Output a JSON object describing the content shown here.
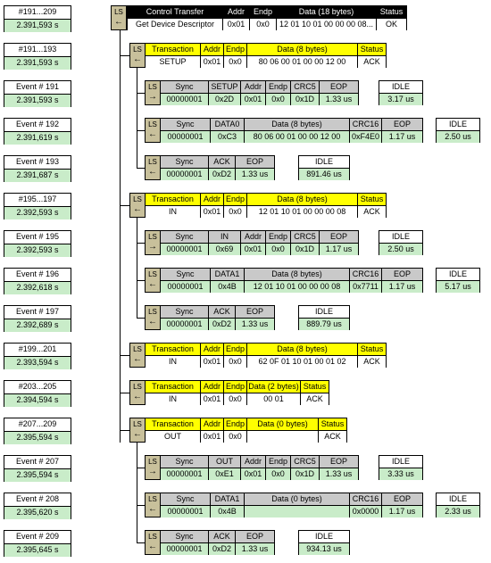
{
  "labels": [
    {
      "top": "#191...209",
      "bottom": "2.391,593 s"
    },
    {
      "top": "#191...193",
      "bottom": "2.391,593 s"
    },
    {
      "top": "Event # 191",
      "bottom": "2.391,593 s"
    },
    {
      "top": "Event # 192",
      "bottom": "2.391,619 s"
    },
    {
      "top": "Event # 193",
      "bottom": "2.391,687 s"
    },
    {
      "top": "#195...197",
      "bottom": "2.392,593 s"
    },
    {
      "top": "Event # 195",
      "bottom": "2.392,593 s"
    },
    {
      "top": "Event # 196",
      "bottom": "2.392,618 s"
    },
    {
      "top": "Event # 197",
      "bottom": "2.392,689 s"
    },
    {
      "top": "#199...201",
      "bottom": "2.393,594 s"
    },
    {
      "top": "#203...205",
      "bottom": "2.394,594 s"
    },
    {
      "top": "#207...209",
      "bottom": "2.395,594 s"
    },
    {
      "top": "Event # 207",
      "bottom": "2.395,594 s"
    },
    {
      "top": "Event # 208",
      "bottom": "2.395,620 s"
    },
    {
      "top": "Event # 209",
      "bottom": "2.395,645 s"
    }
  ],
  "ls_label": "LS",
  "control_transfer": {
    "headers": [
      "Control Transfer",
      "Addr",
      "Endp",
      "Data (18 bytes)",
      "Status"
    ],
    "values": [
      "Get Device Descriptor",
      "0x01",
      "0x0",
      "12 01 10 01 00 00 00 08...",
      "OK"
    ]
  },
  "transactions": [
    {
      "name": "setup",
      "headers": [
        "Transaction",
        "Addr",
        "Endp",
        "Data (8 bytes)",
        "Status"
      ],
      "values": [
        "SETUP",
        "0x01",
        "0x0",
        "80 06 00 01 00 00 12 00",
        "ACK"
      ]
    },
    {
      "name": "in1",
      "headers": [
        "Transaction",
        "Addr",
        "Endp",
        "Data (8 bytes)",
        "Status"
      ],
      "values": [
        "IN",
        "0x01",
        "0x0",
        "12 01 10 01 00 00 00 08",
        "ACK"
      ]
    },
    {
      "name": "in2",
      "headers": [
        "Transaction",
        "Addr",
        "Endp",
        "Data (8 bytes)",
        "Status"
      ],
      "values": [
        "IN",
        "0x01",
        "0x0",
        "62 0F 01 10 01 00 01 02",
        "ACK"
      ]
    },
    {
      "name": "in3",
      "headers": [
        "Transaction",
        "Addr",
        "Endp",
        "Data (2 bytes)",
        "Status"
      ],
      "values": [
        "IN",
        "0x01",
        "0x0",
        "00 01",
        "ACK"
      ]
    },
    {
      "name": "out",
      "headers": [
        "Transaction",
        "Addr",
        "Endp",
        "Data (0 bytes)",
        "Status"
      ],
      "values": [
        "OUT",
        "0x01",
        "0x0",
        "",
        "ACK"
      ]
    }
  ],
  "packets": [
    {
      "name": "setup-token",
      "headers": [
        "Sync",
        "SETUP",
        "Addr",
        "Endp",
        "CRC5",
        "EOP"
      ],
      "values": [
        "00000001",
        "0x2D",
        "0x01",
        "0x0",
        "0x1D",
        "1.33 us"
      ],
      "idle": "3.17 us"
    },
    {
      "name": "data0",
      "headers": [
        "Sync",
        "DATA0",
        "Data (8 bytes)",
        "CRC16",
        "EOP"
      ],
      "values": [
        "00000001",
        "0xC3",
        "80 06 00 01 00 00 12 00",
        "0xF4E0",
        "1.17 us"
      ],
      "idle": "2.50 us"
    },
    {
      "name": "ack1",
      "headers": [
        "Sync",
        "ACK",
        "EOP"
      ],
      "values": [
        "00000001",
        "0xD2",
        "1.33 us"
      ],
      "idle": "891.46 us"
    },
    {
      "name": "in-token",
      "headers": [
        "Sync",
        "IN",
        "Addr",
        "Endp",
        "CRC5",
        "EOP"
      ],
      "values": [
        "00000001",
        "0x69",
        "0x01",
        "0x0",
        "0x1D",
        "1.17 us"
      ],
      "idle": "2.50 us"
    },
    {
      "name": "data1",
      "headers": [
        "Sync",
        "DATA1",
        "Data (8 bytes)",
        "CRC16",
        "EOP"
      ],
      "values": [
        "00000001",
        "0x4B",
        "12 01 10 01 00 00 00 08",
        "0x7711",
        "1.17 us"
      ],
      "idle": "5.17 us"
    },
    {
      "name": "ack2",
      "headers": [
        "Sync",
        "ACK",
        "EOP"
      ],
      "values": [
        "00000001",
        "0xD2",
        "1.33 us"
      ],
      "idle": "889.79 us"
    },
    {
      "name": "out-token",
      "headers": [
        "Sync",
        "OUT",
        "Addr",
        "Endp",
        "CRC5",
        "EOP"
      ],
      "values": [
        "00000001",
        "0xE1",
        "0x01",
        "0x0",
        "0x1D",
        "1.33 us"
      ],
      "idle": "3.33 us"
    },
    {
      "name": "data1-empty",
      "headers": [
        "Sync",
        "DATA1",
        "Data (0 bytes)",
        "CRC16",
        "EOP"
      ],
      "values": [
        "00000001",
        "0x4B",
        "",
        "0x0000",
        "1.17 us"
      ],
      "idle": "2.33 us"
    },
    {
      "name": "ack3",
      "headers": [
        "Sync",
        "ACK",
        "EOP"
      ],
      "values": [
        "00000001",
        "0xD2",
        "1.33 us"
      ],
      "idle": "934.13 us"
    }
  ],
  "idle_label": "IDLE",
  "colors": {
    "ls_box": "#c8c09b",
    "value_green": "#c9ecc9",
    "header_yellow": "#ffff00",
    "header_grey": "#c9c9c9"
  }
}
